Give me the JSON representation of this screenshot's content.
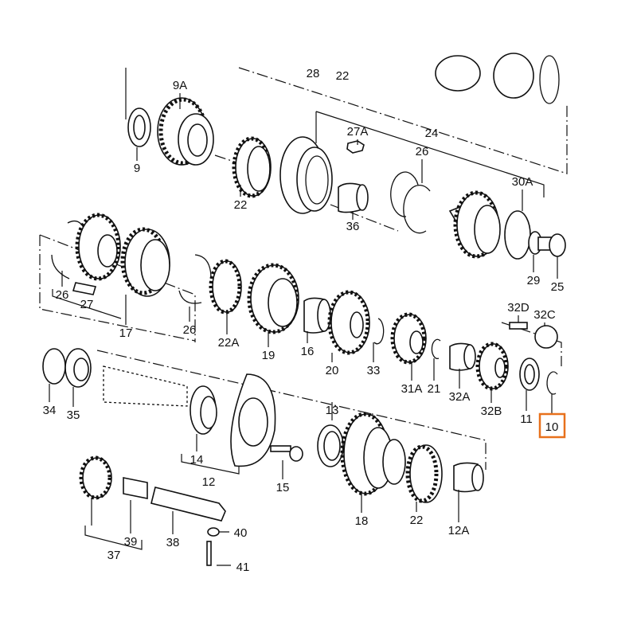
{
  "diagram": {
    "title": "Transmission gear train exploded view",
    "highlight_color": "#e8711c",
    "highlighted_part": "10",
    "labels": [
      "28",
      "22",
      "9A",
      "9",
      "27A",
      "24",
      "26",
      "22",
      "36",
      "30A",
      "29",
      "25",
      "26",
      "27",
      "17",
      "26",
      "22A",
      "19",
      "16",
      "20",
      "33",
      "31A",
      "21",
      "32A",
      "32B",
      "11",
      "10",
      "32D",
      "32C",
      "34",
      "35",
      "14",
      "12",
      "15",
      "13",
      "18",
      "22",
      "12A",
      "39",
      "38",
      "40",
      "37",
      "41"
    ]
  }
}
